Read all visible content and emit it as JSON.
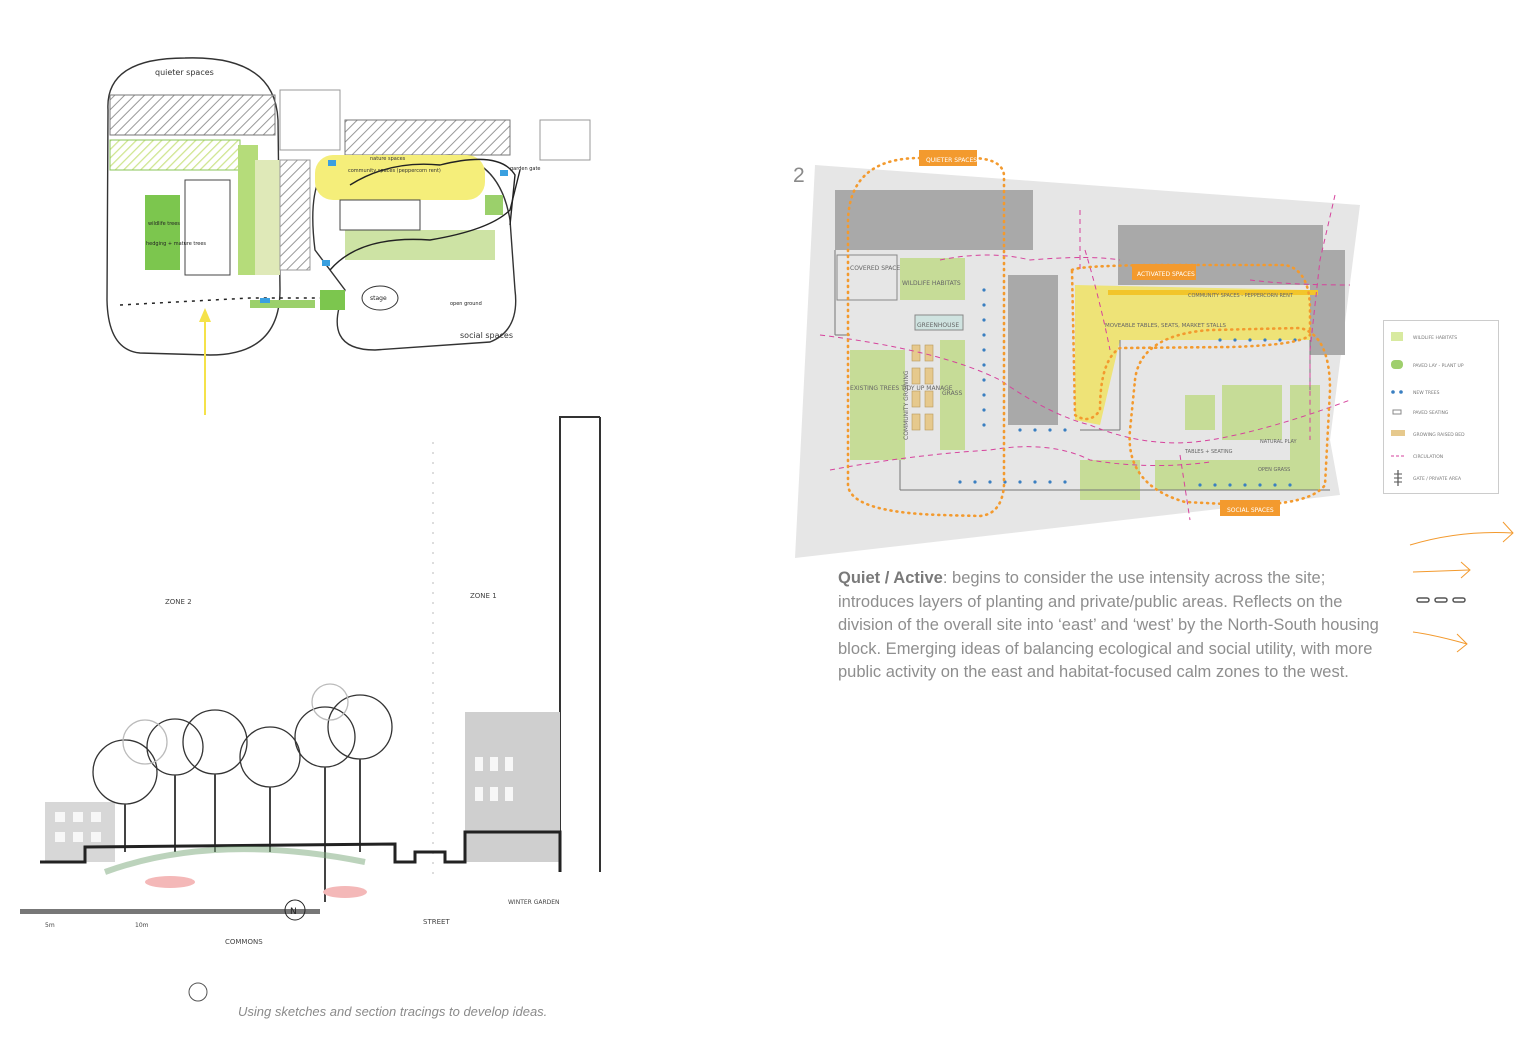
{
  "sketch_plan": {
    "label_top": "quieter spaces",
    "label_social": "social spaces",
    "label_nature": "nature spaces",
    "label_community": "community spaces (peppercorn rent)",
    "label_garden": "garden gate",
    "label_wildlife": "wildlife trees",
    "label_hedging": "hedging + mature trees",
    "label_stage": "stage",
    "label_open": "open ground"
  },
  "section": {
    "zone2": "ZONE 2",
    "zone1": "ZONE 1",
    "commons": "COMMONS",
    "street": "STREET",
    "winter_garden": "WINTER GARDEN",
    "scale_a": "5m",
    "scale_b": "10m",
    "north": "N"
  },
  "caption": "Using sketches and section tracings to develop ideas.",
  "diagram": {
    "number": "2",
    "tags": {
      "quieter": "QUIETER SPACES",
      "activated": "ACTIVATED SPACES",
      "social": "SOCIAL SPACES"
    },
    "labels": {
      "covered": "COVERED SPACE",
      "wildlife": "WILDLIFE HABITATS",
      "greenhouse": "GREENHOUSE",
      "existing": "EXISTING TREES TIDY UP MANAGE",
      "community_growing": "COMMUNITY GROWING",
      "grass": "GRASS",
      "community_spaces": "COMMUNITY SPACES - PEPPERCORN RENT",
      "movable": "MOVEABLE TABLES, SEATS, MARKET STALLS",
      "tables": "TABLES + SEATING",
      "natural_play": "NATURAL PLAY",
      "open_grass": "OPEN GRASS"
    },
    "legend": [
      {
        "key": "hatch",
        "label": "WILDLIFE HABITATS"
      },
      {
        "key": "green",
        "label": "PAVED LAY - PLANT UP"
      },
      {
        "key": "dots",
        "label": "NEW TREES"
      },
      {
        "key": "seat",
        "label": "PAVED SEATING"
      },
      {
        "key": "bed",
        "label": "GROWING RAISED BED"
      },
      {
        "key": "circ",
        "label": "CIRCULATION"
      },
      {
        "key": "gate",
        "label": "GATE / PRIVATE AREA"
      }
    ]
  },
  "description": {
    "title": "Quiet / Active",
    "body": ": begins to consider the use intensity across the site; introduces layers of planting and private/public areas. Reflects on the division of the overall site into ‘east’ and ‘west’ by the North-South housing block. Emerging ideas of balancing ecological and social utility, with more public activity on the east and habitat-focused calm zones to the west."
  },
  "colors": {
    "orange": "#f39a2e",
    "magenta": "#d6429c",
    "green": "#c6dc97",
    "yellow": "#eee377",
    "grey": "#e6e6e6",
    "building": "#a9a9a9"
  }
}
